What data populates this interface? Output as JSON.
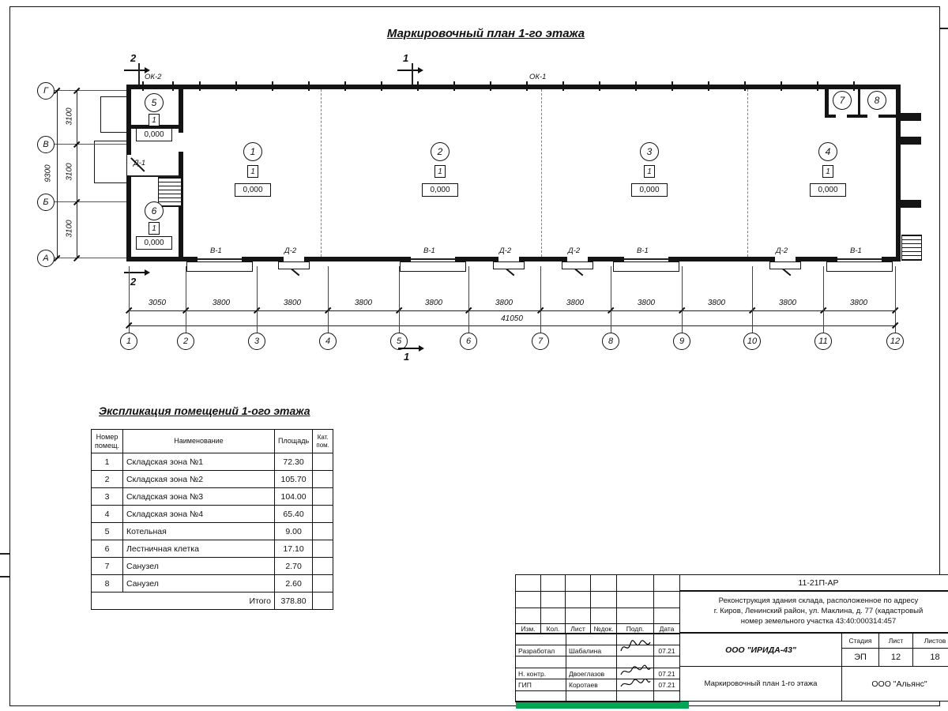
{
  "colors": {
    "accent_green": "#00A651",
    "line": "#111111"
  },
  "plan": {
    "title": "Маркировочный план 1-го этажа",
    "axes_vertical": [
      "Г",
      "В",
      "Б",
      "А"
    ],
    "axes_horizontal": [
      "1",
      "2",
      "3",
      "4",
      "5",
      "6",
      "7",
      "8",
      "9",
      "10",
      "11",
      "12"
    ],
    "dims_left": [
      "3100",
      "3100",
      "3100"
    ],
    "dim_left_total": "9300",
    "dims_bottom": [
      "3050",
      "3800",
      "3800",
      "3800",
      "3800",
      "3800",
      "3800",
      "3800",
      "3800",
      "3800",
      "3800"
    ],
    "dim_bottom_total": "41050",
    "room_numbers": [
      "1",
      "2",
      "3",
      "4",
      "5",
      "6",
      "7",
      "8"
    ],
    "marker_type": "1",
    "elevation": "0,000",
    "labels": {
      "window_left": "ОК-2",
      "window_top": "ОК-1",
      "door_entry": "Д-1",
      "door": "Д-2",
      "gate": "В-1"
    },
    "sections": {
      "one": "1",
      "two": "2"
    }
  },
  "schedule": {
    "title": "Экспликация помещений 1-ого этажа",
    "headers": {
      "num": "Номер помещ.",
      "name": "Наименование",
      "area": "Площадь",
      "cat": "Кат. пом."
    },
    "rows": [
      {
        "num": "1",
        "name": "Складская зона №1",
        "area": "72.30"
      },
      {
        "num": "2",
        "name": "Складская зона №2",
        "area": "105.70"
      },
      {
        "num": "3",
        "name": "Складская зона №3",
        "area": "104.00"
      },
      {
        "num": "4",
        "name": "Складская зона №4",
        "area": "65.40"
      },
      {
        "num": "5",
        "name": "Котельная",
        "area": "9.00"
      },
      {
        "num": "6",
        "name": "Лестничная клетка",
        "area": "17.10"
      },
      {
        "num": "7",
        "name": "Санузел",
        "area": "2.70"
      },
      {
        "num": "8",
        "name": "Санузел",
        "area": "2.60"
      }
    ],
    "total_label": "Итого",
    "total_area": "378.80"
  },
  "stamp": {
    "doc_code": "11-21П-АР",
    "project_line1": "Реконструкция здания склада, расположенное по адресу",
    "project_line2": "г. Киров, Ленинский район, ул. Маклина, д. 77 (кадастровый",
    "project_line3": "номер земельного участка 43:40:000314:457",
    "header": {
      "izm": "Изм.",
      "kol": "Кол.",
      "list": "Лист",
      "doc": "№док.",
      "podp": "Подп.",
      "data": "Дата"
    },
    "roles": [
      {
        "role": "Разработал",
        "name": "Шабалина",
        "date": "07.21"
      },
      {
        "role": "Н. контр.",
        "name": "Двоеглазов",
        "date": "07.21"
      },
      {
        "role": "ГИП",
        "name": "Коротаев",
        "date": "07.21"
      }
    ],
    "org1": "ООО \"ИРИДА-43\"",
    "stage_labels": {
      "stage": "Стадия",
      "list": "Лист",
      "lists": "Листов"
    },
    "stage_values": {
      "stage": "ЭП",
      "list": "12",
      "lists": "18"
    },
    "drawing_name": "Маркировочный план 1-го этажа",
    "org2": "ООО \"Альянс\""
  }
}
